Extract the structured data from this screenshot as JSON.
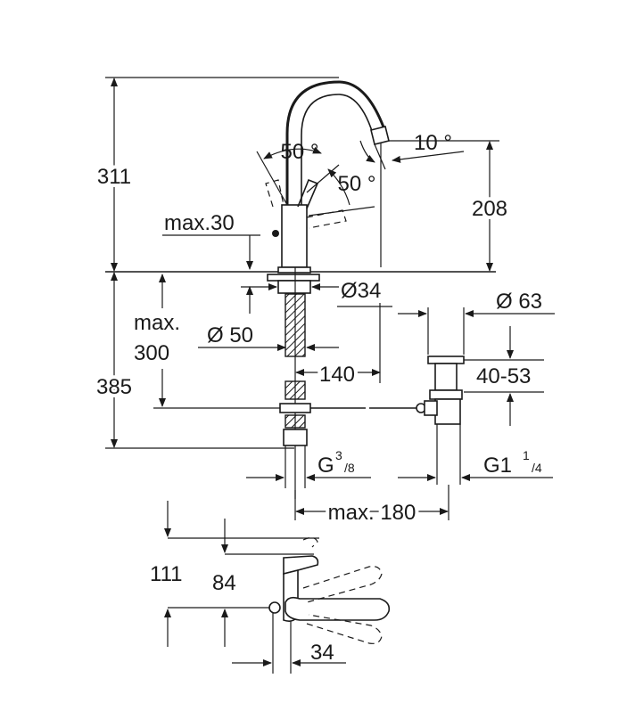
{
  "dimensions": {
    "total_height": "311",
    "spout_height": "208",
    "spout_angle": "10 °",
    "lever_angle_left": "50 °",
    "lever_angle_right": "50 °",
    "max_deck": "max.30",
    "base_dia": "Ø34",
    "hole_dia": "Ø 50",
    "max_line1": "max.",
    "max_line2": "300",
    "depth_385": "385",
    "reach_140": "140",
    "waste_dia": "Ø 63",
    "waste_range": "40-53",
    "thread_g38_prefix": "G",
    "thread_g38_num": "3",
    "thread_g38_den": "/8",
    "thread_g114_prefix": "G1",
    "thread_g114_num": "1",
    "thread_g114_den": "/4",
    "max_180": "max. 180",
    "top_111": "111",
    "top_84": "84",
    "top_34": "34"
  }
}
